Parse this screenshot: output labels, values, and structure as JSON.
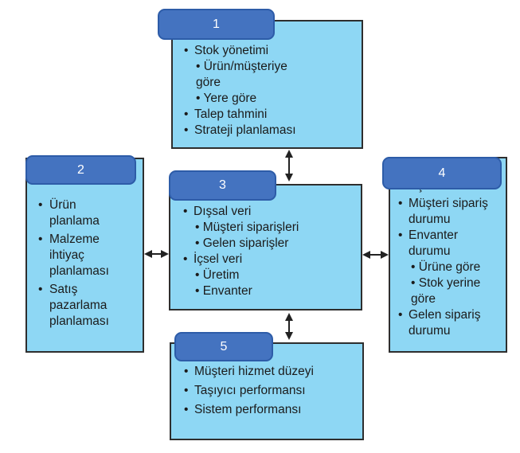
{
  "diagram": {
    "type": "block-diagram",
    "language": "tr",
    "colors": {
      "background": "#FFFFFF",
      "box_fill": "#8ED7F4",
      "box_border": "#2E2E2E",
      "tab_fill": "#4473C0",
      "tab_border": "#2D5CA8",
      "tab_text": "#FFFFFF",
      "text": "#1B1B1B",
      "arrow": "#222222"
    },
    "boxes": [
      {
        "tab": "1",
        "position": "top-center",
        "items": [
          {
            "level": 1,
            "text": "Stok yönetimi"
          },
          {
            "level": 2,
            "text": "Ürün/müşteriye göre"
          },
          {
            "level": 2,
            "text": "Yere göre"
          },
          {
            "level": 1,
            "text": "Talep tahmini"
          },
          {
            "level": 1,
            "text": "Strateji planlaması"
          }
        ]
      },
      {
        "tab": "2",
        "position": "left",
        "items": [
          {
            "level": 1,
            "text": "Ürün planlama"
          },
          {
            "level": 1,
            "text": "Malzeme ihtiyaç planlaması"
          },
          {
            "level": 1,
            "text": "Satış pazarlama planlaması"
          }
        ]
      },
      {
        "tab": "3",
        "position": "center",
        "items": [
          {
            "level": 1,
            "text": "Dışsal veri"
          },
          {
            "level": 2,
            "text": "Müşteri siparişleri"
          },
          {
            "level": 2,
            "text": "Gelen siparişler"
          },
          {
            "level": 1,
            "text": "İçsel veri"
          },
          {
            "level": 2,
            "text": "Üretim"
          },
          {
            "level": 2,
            "text": "Envanter"
          }
        ]
      },
      {
        "tab": "4",
        "position": "right",
        "clipped_heading": "İletişim",
        "items": [
          {
            "level": 1,
            "text": "Müşteri sipariş durumu"
          },
          {
            "level": 1,
            "text": "Envanter durumu"
          },
          {
            "level": 2,
            "text": "Ürüne göre"
          },
          {
            "level": 2,
            "text": "Stok yerine göre"
          },
          {
            "level": 1,
            "text": "Gelen sipariş durumu"
          }
        ]
      },
      {
        "tab": "5",
        "position": "bottom-center",
        "items": [
          {
            "level": 1,
            "text": "Müşteri hizmet düzeyi"
          },
          {
            "level": 1,
            "text": "Taşıyıcı performansı"
          },
          {
            "level": 1,
            "text": "Sistem performansı"
          }
        ]
      }
    ],
    "arrows": [
      {
        "from": "1",
        "to": "3",
        "orientation": "vertical",
        "style": "double-headed"
      },
      {
        "from": "2",
        "to": "3",
        "orientation": "horizontal",
        "style": "double-headed"
      },
      {
        "from": "3",
        "to": "4",
        "orientation": "horizontal",
        "style": "double-headed"
      },
      {
        "from": "3",
        "to": "5",
        "orientation": "vertical",
        "style": "double-headed"
      }
    ]
  }
}
